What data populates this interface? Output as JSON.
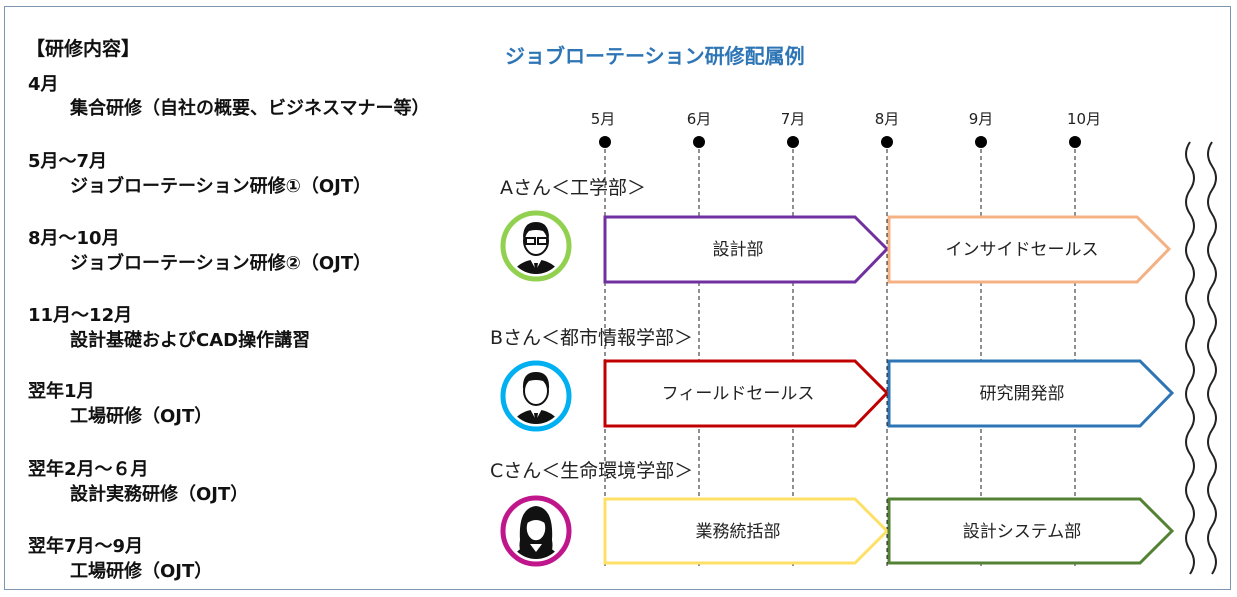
{
  "schedule": {
    "header": "【研修内容】",
    "items": [
      {
        "period": "4月",
        "content": "集合研修（自社の概要、ビジネスマナー等）"
      },
      {
        "period": "5月～7月",
        "content": "ジョブローテーション研修①（OJT）"
      },
      {
        "period": "8月～10月",
        "content": "ジョブローテーション研修②（OJT）"
      },
      {
        "period": "11月～12月",
        "content": "設計基礎およびCAD操作講習"
      },
      {
        "period": "翌年1月",
        "content": "工場研修（OJT）"
      },
      {
        "period": "翌年2月～６月",
        "content": "設計実務研修（OJT）"
      },
      {
        "period": "翌年7月～9月",
        "content": "工場研修（OJT）"
      }
    ]
  },
  "diagram": {
    "title": "ジョブローテーション研修配属例",
    "months": [
      "5月",
      "6月",
      "7月",
      "8月",
      "9月",
      "10月"
    ],
    "people": [
      {
        "label": "Aさん＜工学部＞",
        "avatar": "male-glasses-avatar-icon",
        "ring_color": "#92d050",
        "assignments": [
          {
            "dept": "設計部",
            "color": "#7030a0"
          },
          {
            "dept": "インサイドセールス",
            "color": "#f4b183"
          }
        ]
      },
      {
        "label": "Bさん＜都市情報学部＞",
        "avatar": "male-avatar-icon",
        "ring_color": "#00b0f0",
        "assignments": [
          {
            "dept": "フィールドセールス",
            "color": "#c00000"
          },
          {
            "dept": "研究開発部",
            "color": "#2e75b6"
          }
        ]
      },
      {
        "label": "Cさん＜生命環境学部＞",
        "avatar": "female-avatar-icon",
        "ring_color": "#c0168c",
        "assignments": [
          {
            "dept": "業務統括部",
            "color": "#ffe066"
          },
          {
            "dept": "設計システム部",
            "color": "#548235"
          }
        ]
      }
    ]
  }
}
